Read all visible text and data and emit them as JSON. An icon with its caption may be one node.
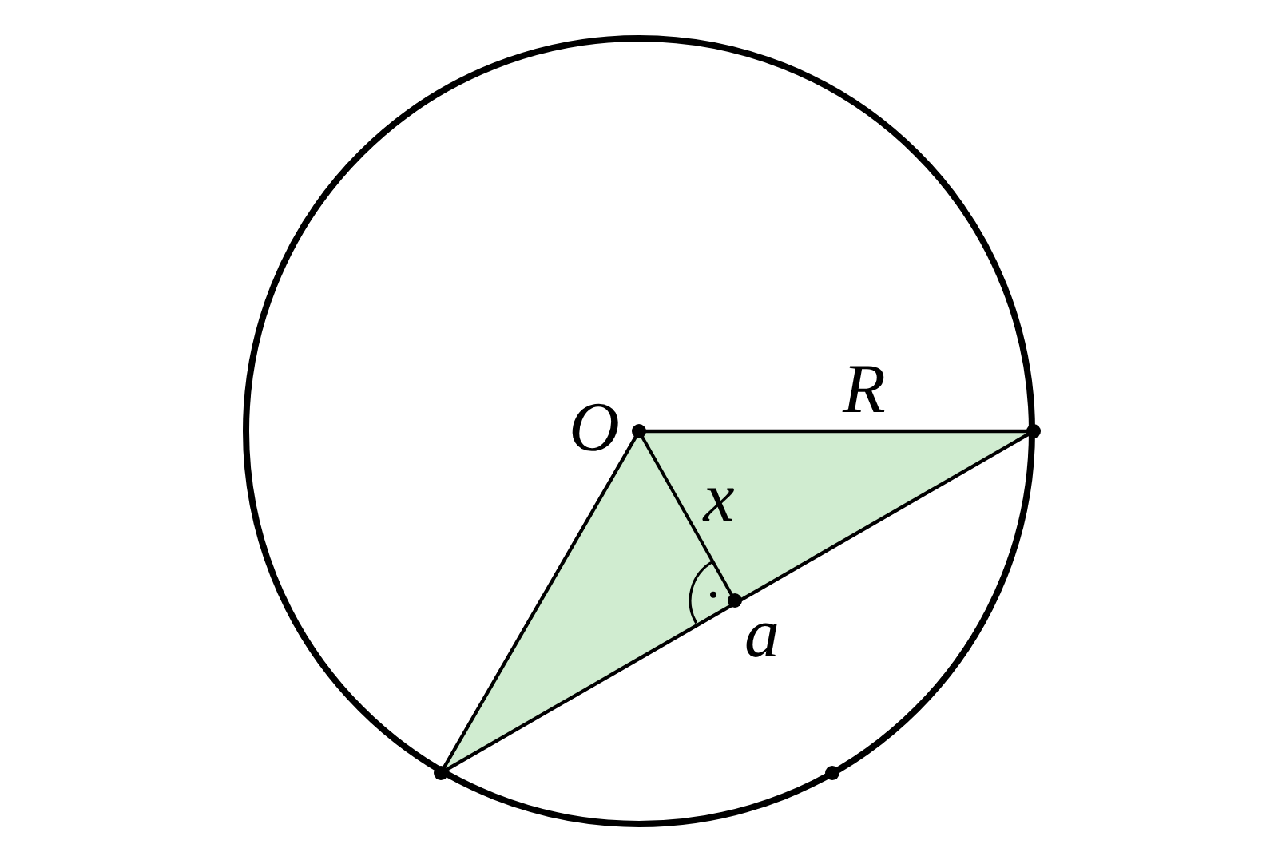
{
  "diagram": {
    "labels": [
      "O",
      "R",
      "x",
      "a"
    ]
  }
}
